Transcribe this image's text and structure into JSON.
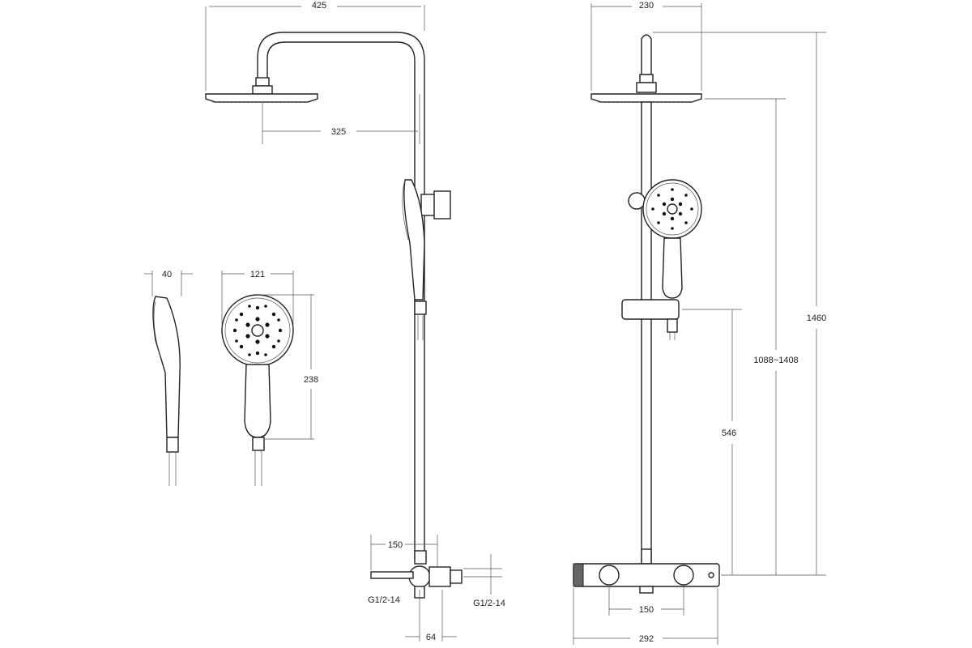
{
  "dimensions": {
    "head_arm_width": "425",
    "arm_projection": "325",
    "head_diameter_side": "230",
    "total_height": "1460",
    "adjustable_height": "1088~1408",
    "slider_height": "546",
    "handshower_depth": "40",
    "handshower_diameter": "121",
    "handshower_length": "238",
    "inlet_spacing_side": "150",
    "inlet_thread_left": "G1/2-14",
    "inlet_thread_right": "G1/2-14",
    "wall_offset": "64",
    "inlet_spacing_front": "150",
    "mixer_width": "292"
  },
  "colors": {
    "line": "#222222",
    "background": "#ffffff"
  }
}
